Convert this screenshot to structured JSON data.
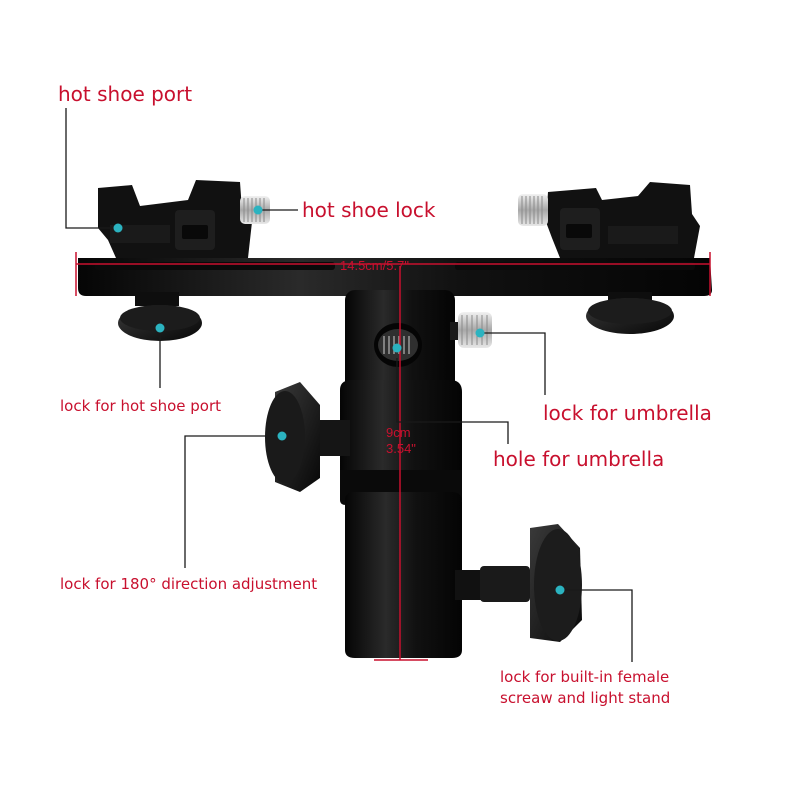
{
  "labels": {
    "hot_shoe_port": "hot shoe port",
    "hot_shoe_lock": "hot shoe lock",
    "lock_for_hot_shoe_port": "lock for hot shoe port",
    "lock_for_umbrella": "lock for umbrella",
    "hole_for_umbrella": "hole for umbrella",
    "lock_for_180": "lock for 180° direction adjustment",
    "lock_for_stand_line1": "lock for built-in female",
    "lock_for_stand_line2": "screaw and light stand"
  },
  "dimensions": {
    "width": "14.5cm/5.7\"",
    "height_cm": "9cm",
    "height_in": "3.54\""
  },
  "colors": {
    "label_text": "#c8102e",
    "leader_line": "#1a1a1a",
    "marker_dot": "#2bb3c0",
    "hardware": "#141414"
  }
}
